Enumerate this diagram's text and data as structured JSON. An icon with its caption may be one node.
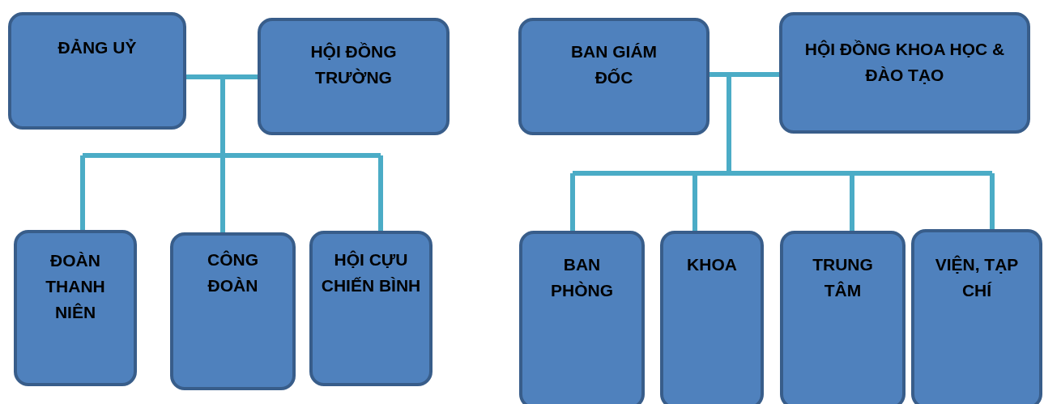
{
  "diagram": {
    "nodes": [
      {
        "text": [
          "ĐẢNG UỶ"
        ]
      },
      {
        "text": [
          "HỘI ĐỒNG TRƯỜNG"
        ]
      },
      {
        "text": [
          "ĐOÀN THANH NIÊN"
        ]
      },
      {
        "text": [
          "CÔNG ĐOÀN"
        ]
      },
      {
        "text": [
          "HỘI CỰU CHIẾN BÌNH"
        ]
      },
      {
        "text": [
          "BAN GIÁM ĐỐC"
        ]
      },
      {
        "text": [
          "HỘI ĐỒNG KHOA HỌC  & ĐÀO TẠO"
        ]
      },
      {
        "text": [
          "BAN PHÒNG"
        ]
      },
      {
        "text": [
          "KHOA"
        ]
      },
      {
        "text": [
          "TRUNG TÂM"
        ]
      },
      {
        "text": [
          "VIỆN, TẠP CHÍ"
        ]
      }
    ],
    "edges": [
      {
        "from": 0,
        "to": 1,
        "arrow": "none"
      },
      {
        "from": 0,
        "to": 2,
        "arrow": "none"
      },
      {
        "from": 0,
        "to": 3,
        "arrow": "none"
      },
      {
        "from": 0,
        "to": 4,
        "arrow": "none"
      },
      {
        "from": 1,
        "to": 2,
        "arrow": "none"
      },
      {
        "from": 1,
        "to": 3,
        "arrow": "none"
      },
      {
        "from": 1,
        "to": 4,
        "arrow": "none"
      },
      {
        "from": 5,
        "to": 6,
        "arrow": "none"
      },
      {
        "from": 5,
        "to": 7,
        "arrow": "none"
      },
      {
        "from": 5,
        "to": 8,
        "arrow": "none"
      },
      {
        "from": 5,
        "to": 9,
        "arrow": "none"
      },
      {
        "from": 5,
        "to": 10,
        "arrow": "none"
      },
      {
        "from": 6,
        "to": 7,
        "arrow": "none"
      },
      {
        "from": 6,
        "to": 8,
        "arrow": "none"
      },
      {
        "from": 6,
        "to": 9,
        "arrow": "none"
      },
      {
        "from": 6,
        "to": 10,
        "arrow": "none"
      }
    ]
  }
}
